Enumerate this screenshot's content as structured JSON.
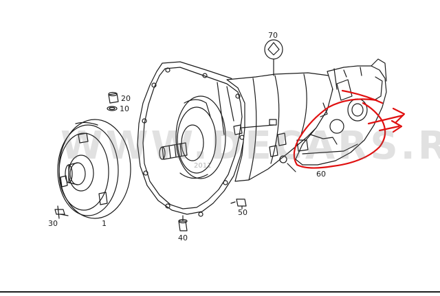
{
  "diagram": {
    "callouts": {
      "p70": "70",
      "p20": "20",
      "p10": "10",
      "p60": "60",
      "p50": "50",
      "p30": "30",
      "p1": "1",
      "p40": "40"
    },
    "watermark": "WWW.DECARS.RU",
    "watermark_year": "2011",
    "colors": {
      "line": "#1a1a1a",
      "annotation": "#e01010",
      "background": "#ffffff"
    }
  }
}
